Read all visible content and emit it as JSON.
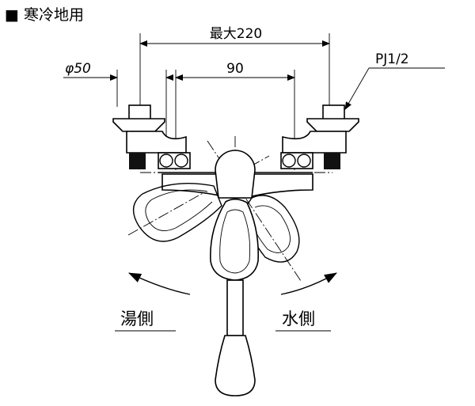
{
  "title": "■ 寒冷地用",
  "dimensions": {
    "max_width": "最大220",
    "diameter": "φ50",
    "center_distance": "90",
    "thread": "PJ1/2"
  },
  "labels": {
    "hot_side": "湯側",
    "cold_side": "水側"
  }
}
